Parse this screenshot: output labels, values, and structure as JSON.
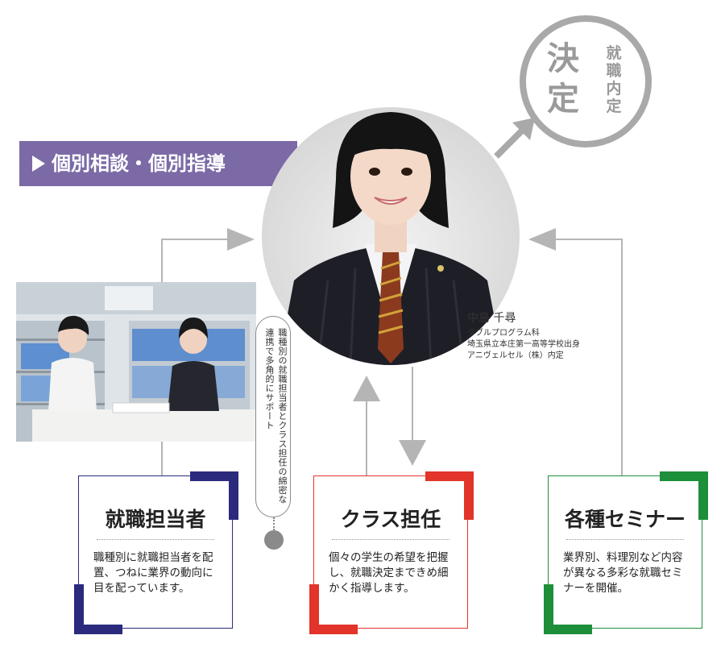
{
  "banner": {
    "label": "個別相談・個別指導"
  },
  "stamp": {
    "big_1": "決",
    "big_2": "定",
    "small": "就職内定"
  },
  "student": {
    "name": "中島 千尋",
    "line1": "ダブルプログラム科",
    "line2": "埼玉県立本庄第一高等学校出身",
    "line3": "アニヴェルセル（株）内定"
  },
  "note": {
    "text": "職種別の就職担当者とクラス担任の綿密な連携で多角的にサポート"
  },
  "boxes": [
    {
      "title": "就職担当者",
      "desc": "職種別に就職担当者を配置、つねに業界の動向に目を配っています。",
      "color": "#2b2a7d"
    },
    {
      "title": "クラス担任",
      "desc": "個々の学生の希望を把握し、就職決定まできめ細かく指導します。",
      "color": "#e2342a"
    },
    {
      "title": "各種セミナー",
      "desc": "業界別、料理別など内容が異なる多彩な就職セミナーを開催。",
      "color": "#1d8f3a"
    }
  ],
  "colors": {
    "banner": "#7b6aa6",
    "arrow": "#b5b5b5",
    "stamp": "#a9a9a9"
  }
}
